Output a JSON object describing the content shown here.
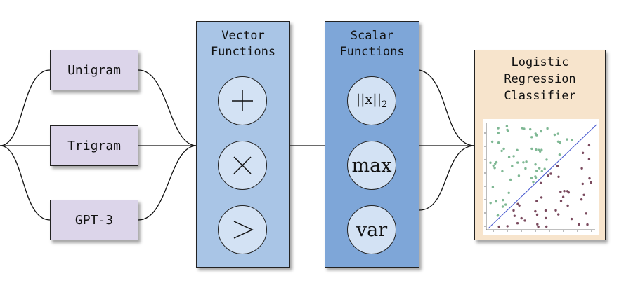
{
  "models": [
    "Unigram",
    "Trigram",
    "GPT-3"
  ],
  "vector_functions": {
    "title": "Vector\nFunctions",
    "ops": [
      "plus-icon",
      "times-icon",
      "greater-than-icon"
    ]
  },
  "scalar_functions": {
    "title": "Scalar\nFunctions",
    "norm_symbol": "||x||",
    "norm_subscript": "2",
    "ops": [
      "max",
      "var"
    ]
  },
  "classifier": {
    "title": "Logistic\nRegression\nClassifier"
  },
  "colors": {
    "model_fill": "#dcd5ea",
    "vector_fill": "#a9c5e6",
    "scalar_fill": "#7ea6d8",
    "circle_fill": "#d3e2f4",
    "classifier_fill": "#f7e4cc",
    "class_a_points": "#7fb894",
    "class_b_points": "#7a4a5e",
    "boundary_line": "#4a5bd0"
  }
}
